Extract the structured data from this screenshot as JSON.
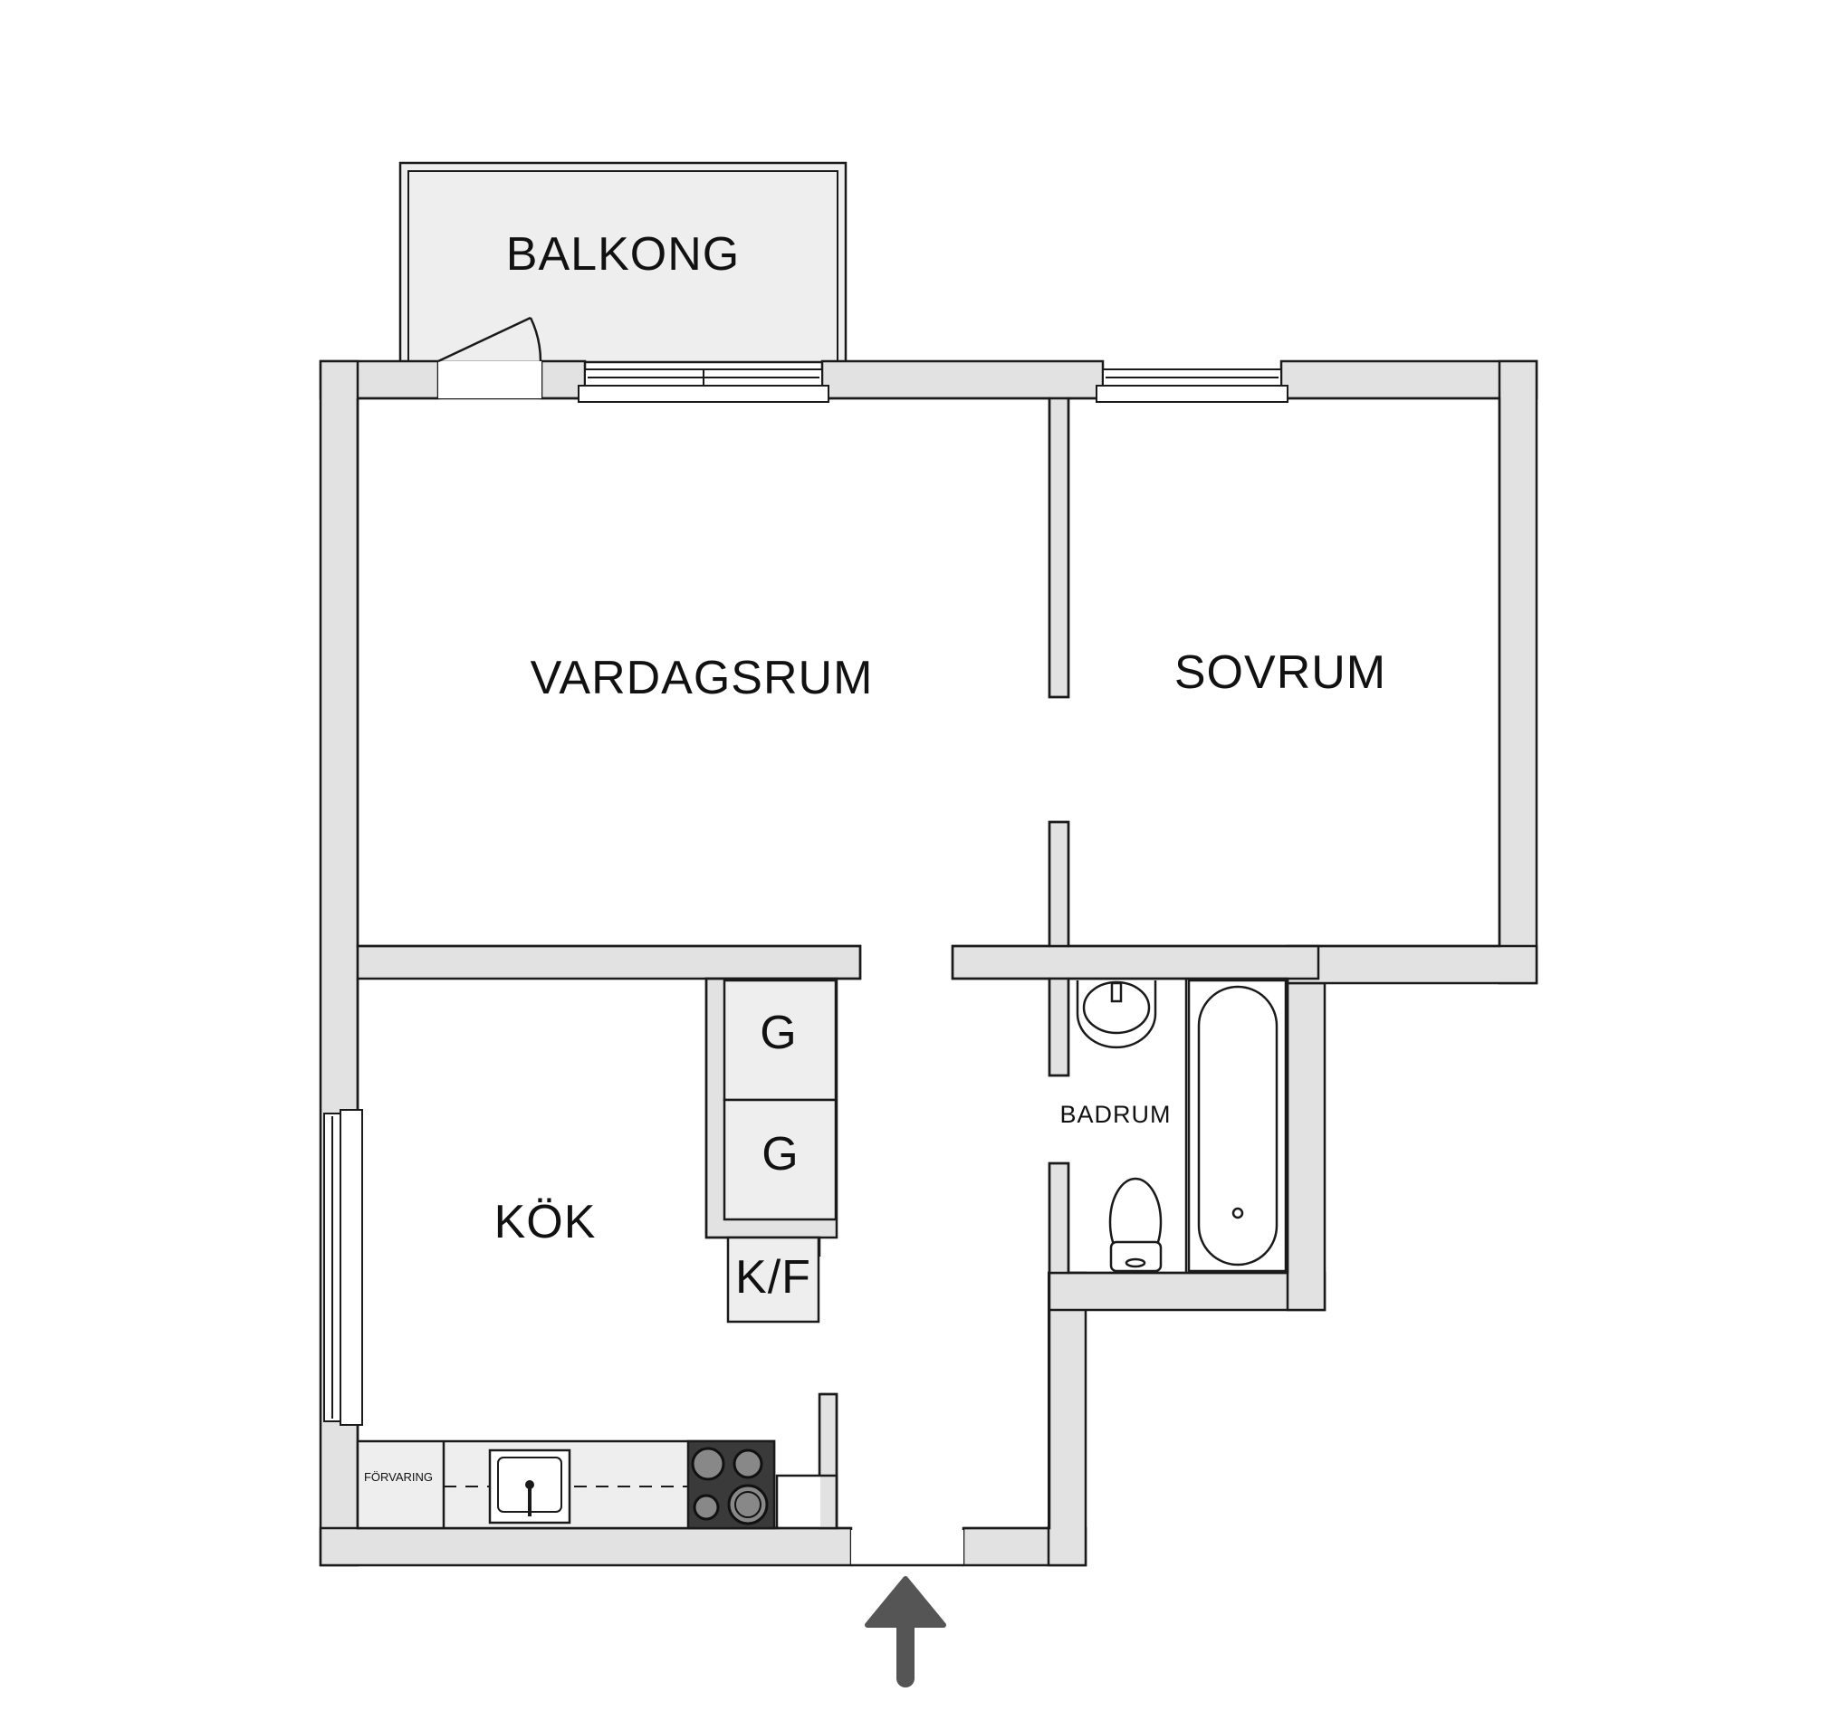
{
  "rooms": {
    "balcony": "BALKONG",
    "living_room": "VARDAGSRUM",
    "bedroom": "SOVRUM",
    "kitchen": "KÖK",
    "bathroom": "BADRUM",
    "storage": "FÖRVARING"
  },
  "fixtures": {
    "closet_1": "G",
    "closet_2": "G",
    "fridge_freezer": "K/F"
  },
  "colors": {
    "wall": "#e2e2e2",
    "outline": "#1a1a1a",
    "fixture_fill": "#eeeeee",
    "stove": "#3a3a3a",
    "entrance_arrow": "#555555"
  },
  "icons": {
    "entrance": "up-arrow-icon",
    "door": "door-swing-icon",
    "window": "window-icon",
    "toilet": "toilet-icon",
    "sink": "sink-icon",
    "bathtub": "bathtub-icon",
    "stove": "stove-icon"
  }
}
